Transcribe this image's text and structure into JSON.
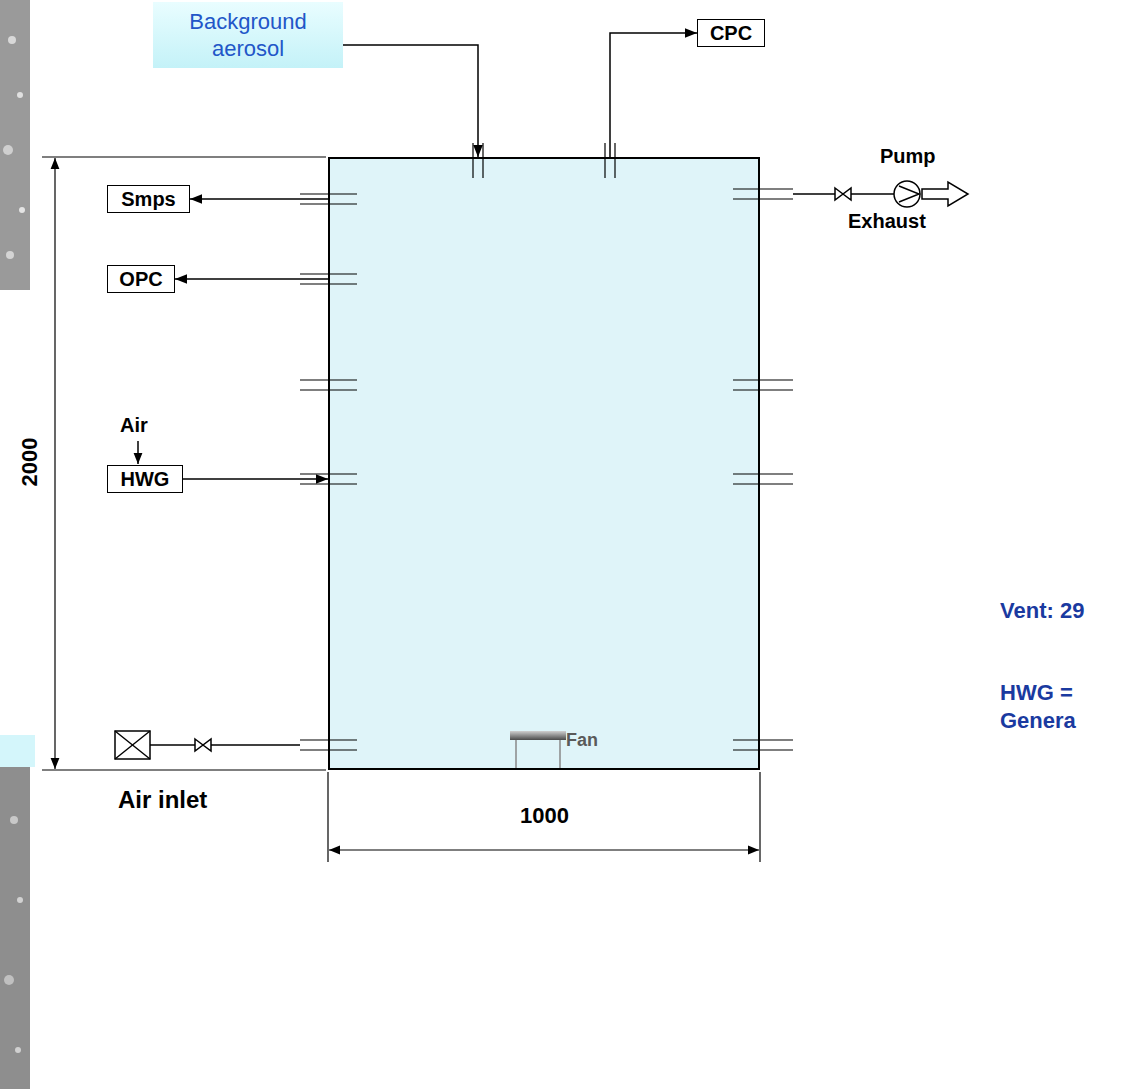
{
  "diagram": {
    "nodes": [
      {
        "text": [
          "Background aerosol"
        ]
      },
      {
        "text": [
          "CPC"
        ]
      },
      {
        "text": [
          "Smps"
        ]
      },
      {
        "text": [
          "OPC"
        ]
      },
      {
        "text": [
          "HWG"
        ]
      },
      {
        "text": [
          "Fan"
        ]
      }
    ],
    "edges": [
      {
        "from": 0,
        "to": 5,
        "arrow": "to"
      },
      {
        "from": 5,
        "to": 1,
        "arrow": "to"
      },
      {
        "from": 5,
        "to": 2,
        "arrow": "to"
      },
      {
        "from": 5,
        "to": 3,
        "arrow": "to"
      },
      {
        "from": 4,
        "to": 5,
        "arrow": "to"
      }
    ],
    "labels": [
      "Pump",
      "Exhaust",
      "Vent: 29",
      "HWG =",
      "Genera",
      "Air",
      "2000",
      "1000",
      "Air inlet"
    ]
  }
}
